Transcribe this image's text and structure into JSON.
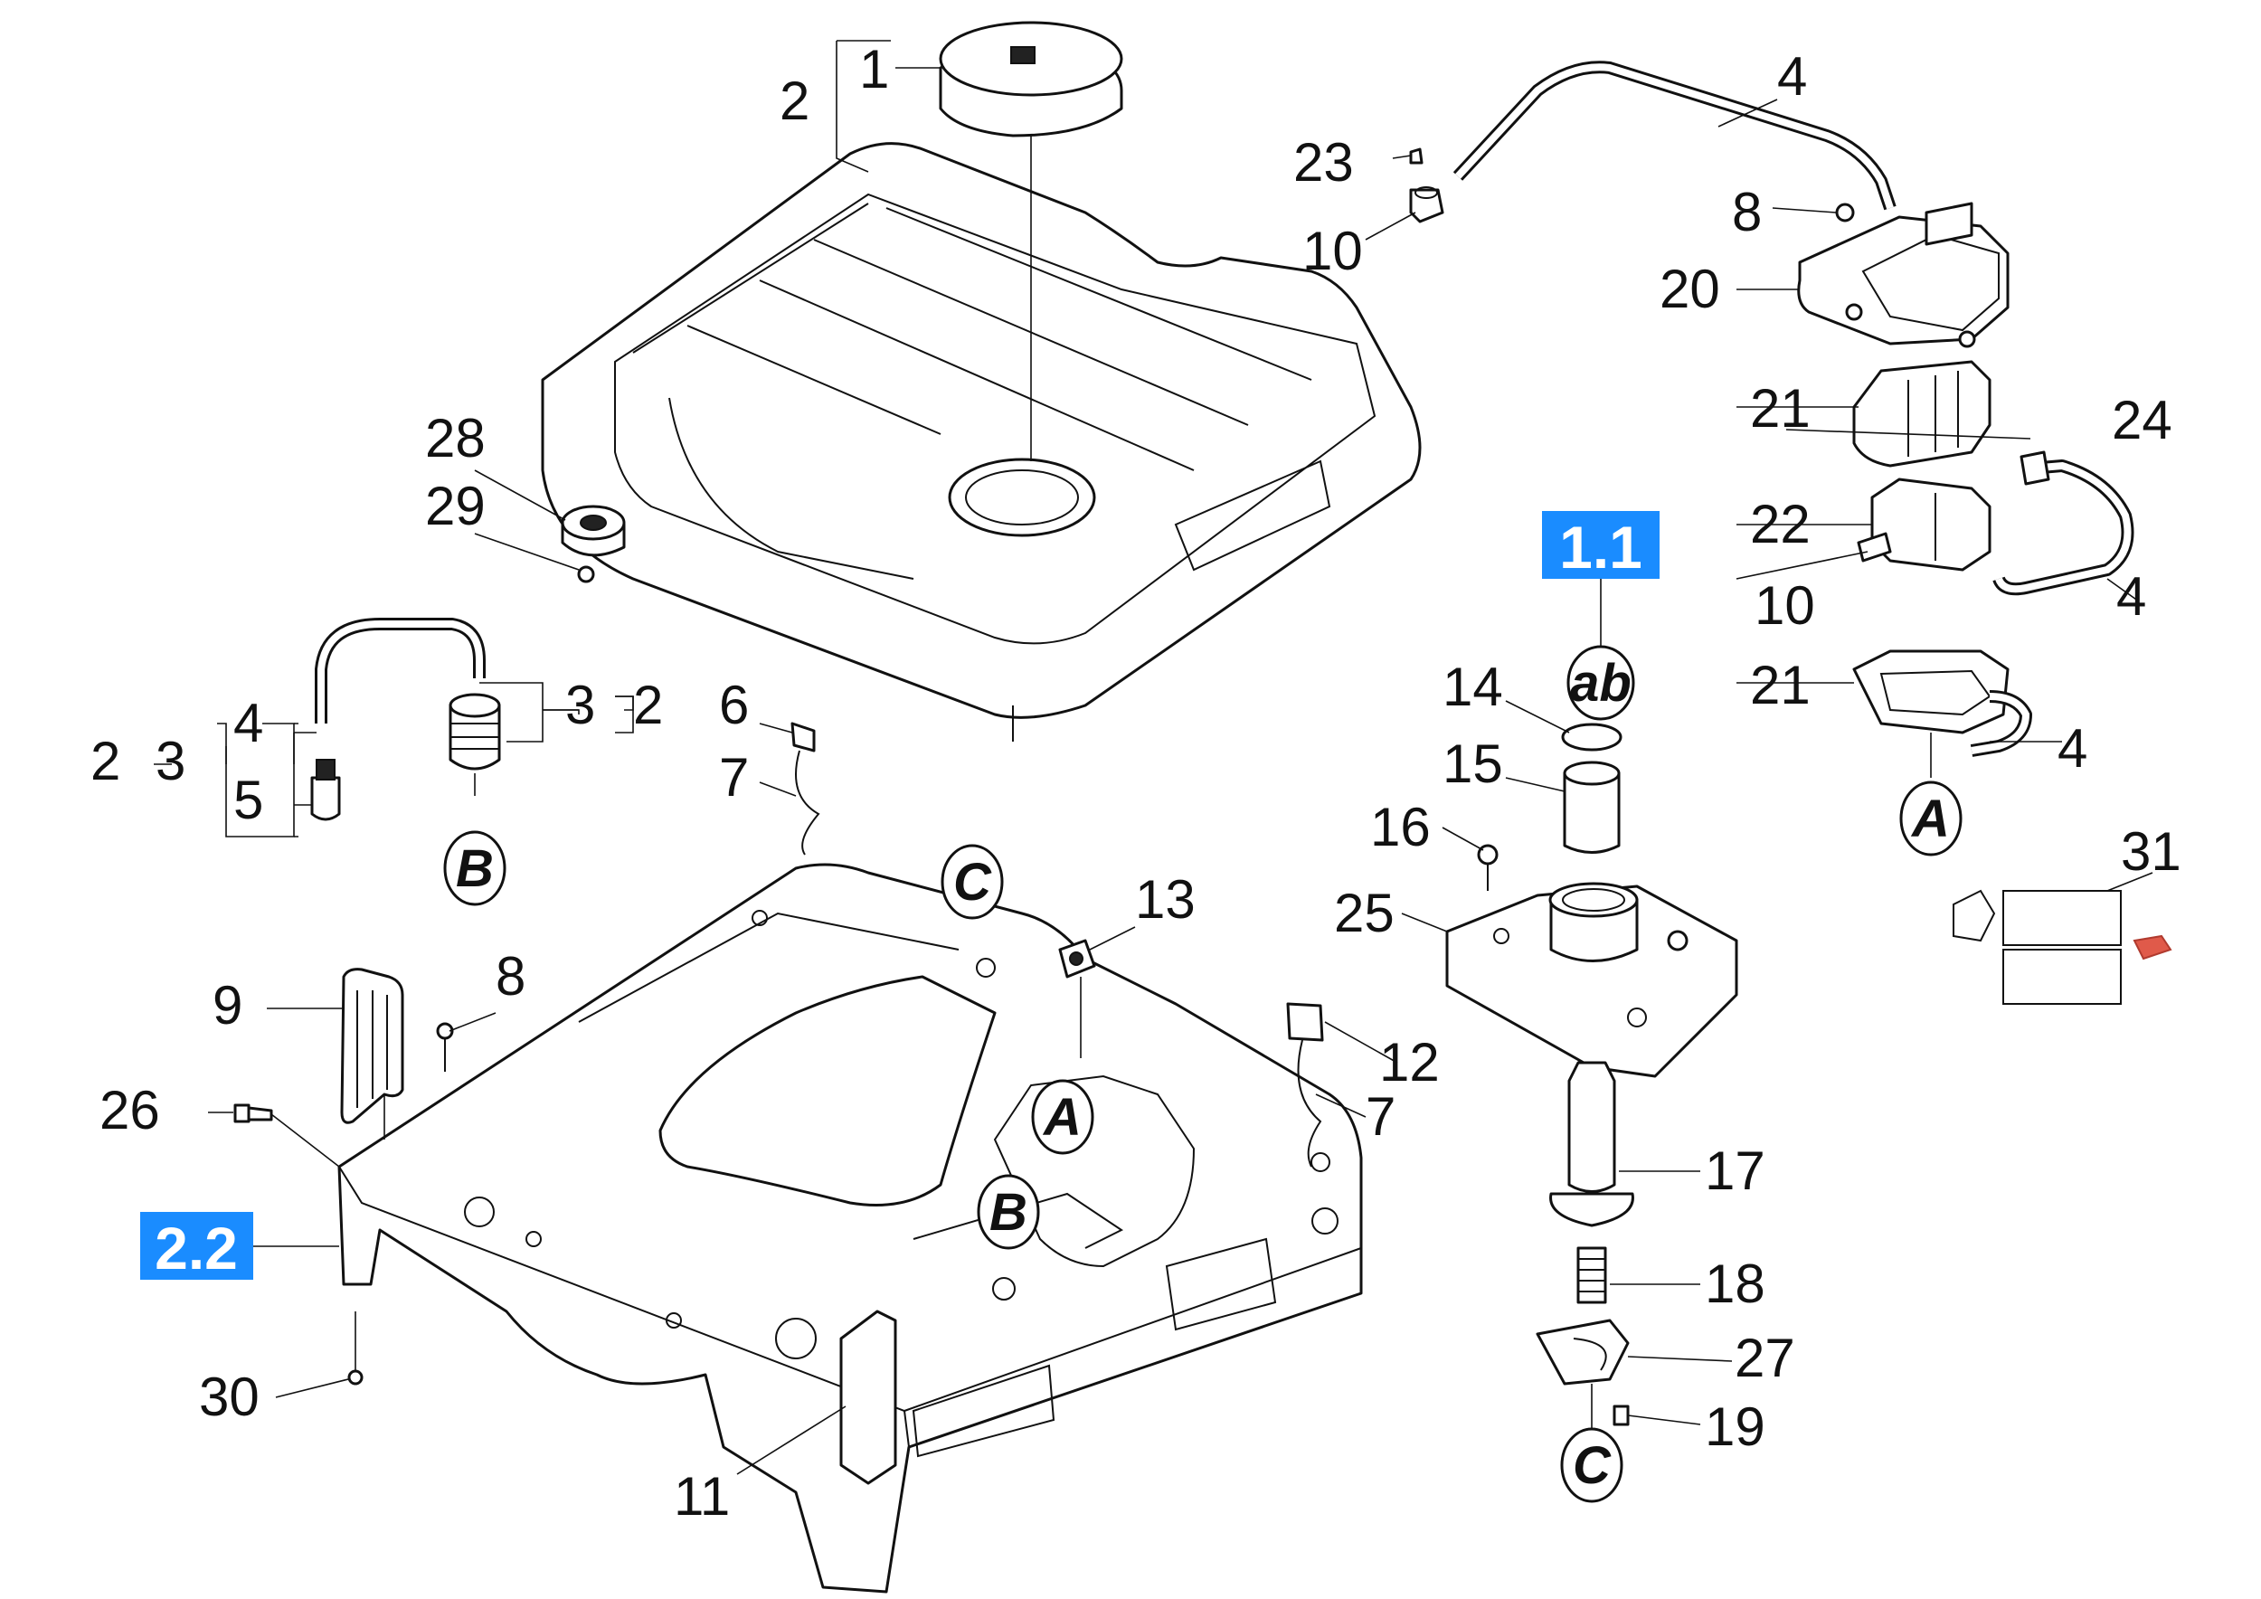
{
  "labels": {
    "1": "1",
    "2": "2",
    "3": "3",
    "4": "4",
    "5": "5",
    "6": "6",
    "7": "7",
    "8": "8",
    "9": "9",
    "10": "10",
    "11": "11",
    "12": "12",
    "13": "13",
    "14": "14",
    "15": "15",
    "16": "16",
    "17": "17",
    "18": "18",
    "19": "19",
    "20": "20",
    "21": "21",
    "22": "22",
    "23": "23",
    "24": "24",
    "25": "25",
    "26": "26",
    "27": "27",
    "28": "28",
    "29": "29",
    "30": "30",
    "31": "31"
  },
  "markers": {
    "a": "A",
    "b": "B",
    "c": "C",
    "ab": "ab"
  },
  "tags": {
    "t11": "1.1",
    "t22": "2.2"
  },
  "colors": {
    "tag": "#1a8cff",
    "line": "#111111",
    "accent_part": "#e05a4a"
  }
}
